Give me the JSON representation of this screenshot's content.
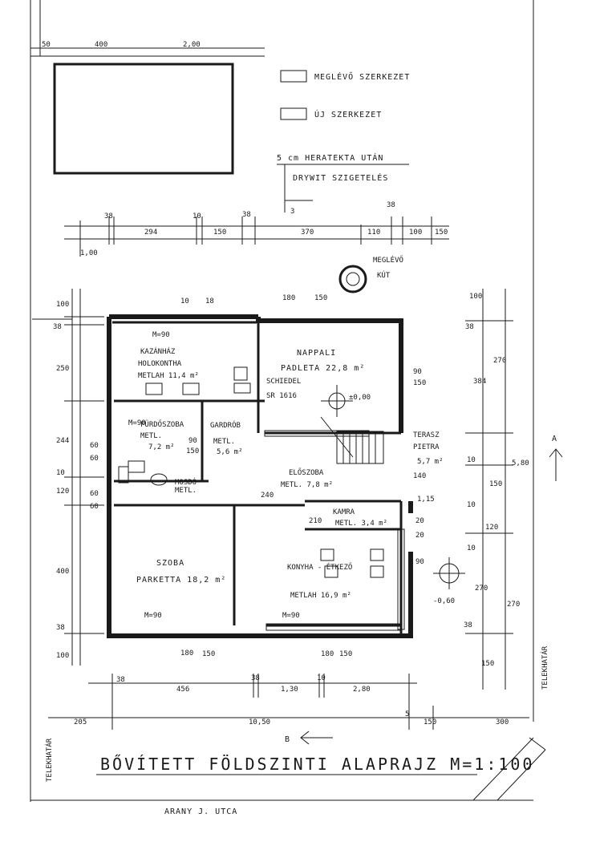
{
  "legend": {
    "existing": "MEGLÉVŐ SZERKEZET",
    "new": "ÚJ SZERKEZET"
  },
  "notes": {
    "insulation_top": "5 cm HERATEKTA UTÁN",
    "insulation_bottom": "DRYWIT SZIGETELÉS"
  },
  "section_a": "A",
  "section_b": "B",
  "section_3": "3",
  "well": {
    "label1": "MEGLÉVŐ",
    "label2": "KÚT"
  },
  "rooms": {
    "kazan_h": "M=90",
    "kazan_l1": "KAZÁNHÁZ",
    "kazan_l2": "HOLOKONTHA",
    "kazan_l3": "METLAH 11,4 m²",
    "nappali_l1": "NAPPALI",
    "nappali_l2": "PADLETA 22,8 m²",
    "schiedel": "SCHIEDEL",
    "sr": "SR 1616",
    "level": "±0,00",
    "furdo_h": "M=90",
    "furdo_l1": "FÜRDŐSZOBA",
    "furdo_l2": "METL.",
    "furdo_l3": "7,2 m²",
    "gardrob_l1": "GARDRÓB",
    "gardrob_l2": "METL.",
    "gardrob_l3": "5,6 m²",
    "terasz_l1": "TERASZ",
    "terasz_l2": "PIETRA",
    "terasz_l3": "5,7 m²",
    "eloszoba_l1": "ELŐSZOBA",
    "eloszoba_l2": "METL. 7,8 m²",
    "mosdo_l1": "MOSDÓ",
    "mosdo_l2": "METL.",
    "kamra_l1": "KAMRA",
    "kamra_l2": "METL. 3,4 m²",
    "szoba_l1": "SZOBA",
    "szoba_l2": "PARKETTA 18,2 m²",
    "szoba_h": "M=90",
    "konyha_l1": "KONYHA - ÉTKEZŐ",
    "konyha_l2": "METLAH 16,9 m²",
    "konyha_h": "M=90",
    "level_out": "-0,60"
  },
  "dims": {
    "top_a": "50",
    "top_b": "400",
    "top_c": "2,00",
    "r1_a": "38",
    "r1_b": "10",
    "r1_c": "38",
    "r1_d": "38",
    "r2_a": "1,00",
    "r2_b": "294",
    "r2_c": "150",
    "r2_d": "370",
    "r2_e": "110",
    "r2_f": "100",
    "r2_g": "150",
    "w_10": "10",
    "w_18": "18",
    "w_180": "180",
    "w_150": "150",
    "l_100": "100",
    "l_38": "38",
    "l_250": "250",
    "l_244": "244",
    "l_10": "10",
    "l_120": "120",
    "l_400": "400",
    "l_38b": "38",
    "l_100b": "100",
    "s_60a": "60",
    "s_60b": "60",
    "s_60c": "60",
    "s_60d": "60",
    "r_100": "100",
    "r_38": "38",
    "r_270": "270",
    "r_384": "384",
    "r_580": "5,80",
    "r_10a": "10",
    "r_150": "150",
    "r_10b": "10",
    "r_120": "120",
    "r_10c": "10",
    "r_270b": "270",
    "r_270c": "270",
    "r_38b": "38",
    "r_150b": "150",
    "i_90a": "90",
    "i_150a": "150",
    "i_90b": "90",
    "i_150b": "150",
    "i_240": "240",
    "i_140": "140",
    "i_115": "1,15",
    "i_20a": "20",
    "i_20b": "20",
    "i_90c": "90",
    "i_210": "210",
    "b1_38": "38",
    "b1_456": "456",
    "b1_38b": "38",
    "b1_130": "1,30",
    "b1_10": "10",
    "b1_280": "2,80",
    "b2_205": "205",
    "b2_1050": "10,50",
    "b2_5": "5",
    "b2_150": "150",
    "b2_300": "300",
    "bw_180": "180",
    "bw_150": "150",
    "bw_180b": "180",
    "bw_150b": "150"
  },
  "boundary_left": "TELEKHATÁR",
  "boundary_right": "TELEKHATÁR",
  "title": "BŐVÍTETT FÖLDSZINTI ALAPRAJZ M=1:100",
  "street": "ARANY J. UTCA"
}
